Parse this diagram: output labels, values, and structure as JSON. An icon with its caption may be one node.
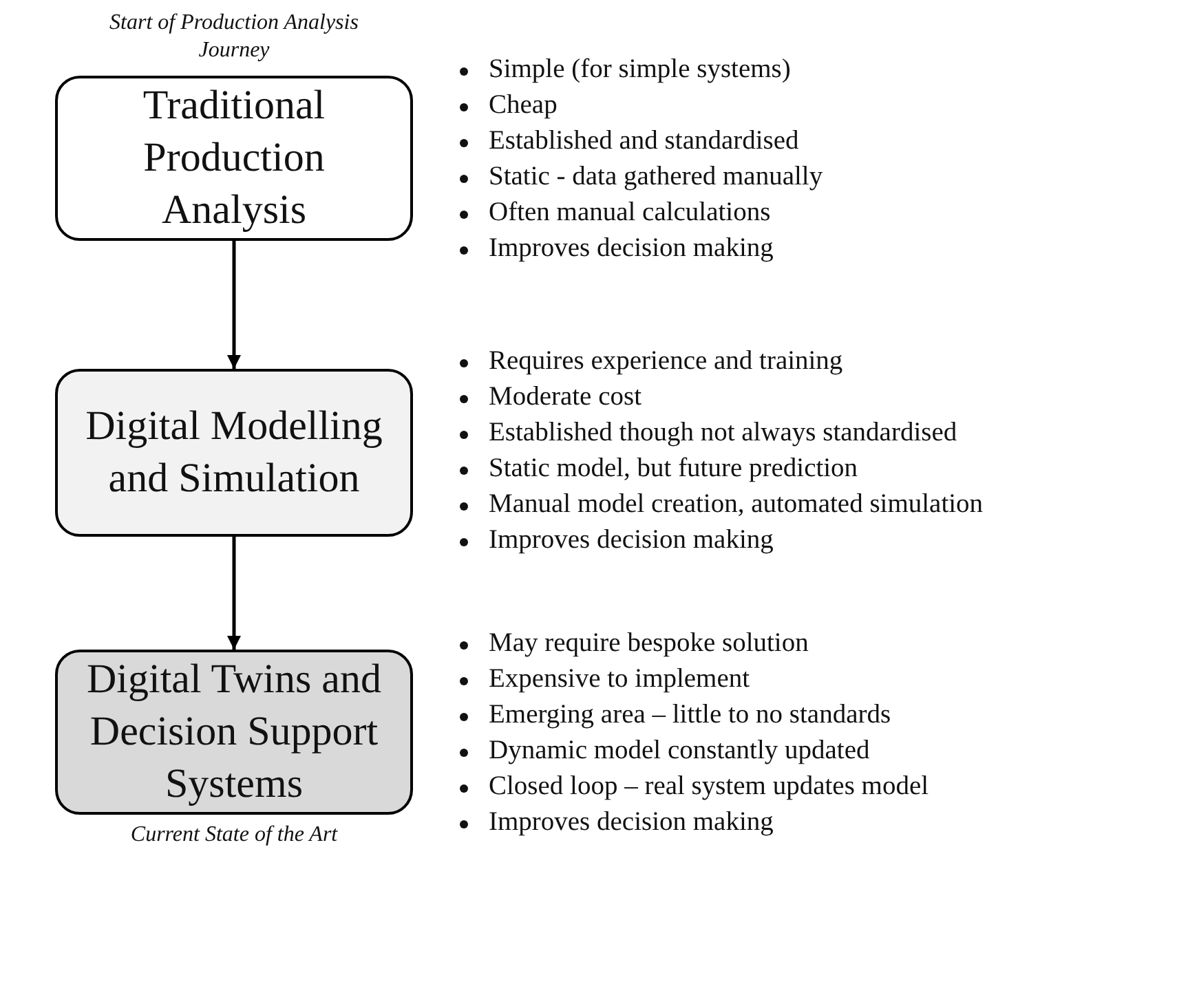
{
  "diagram": {
    "nodes": [
      {
        "text": [
          "Traditional Production Analysis"
        ],
        "beside": [
          "Start of Production Analysis Journey",
          "Simple (for simple systems)",
          "Cheap",
          "Established and standardised",
          "Static - data gathered manually",
          "Often manual calculations",
          "Improves decision making"
        ]
      },
      {
        "text": [
          "Digital Modelling and Simulation"
        ],
        "beside": [
          "Requires experience and training",
          "Moderate cost",
          "Established though not always standardised",
          "Static model, but future prediction",
          "Manual model creation, automated simulation",
          "Improves decision making"
        ]
      },
      {
        "text": [
          "Digital Twins and Decision Support Systems"
        ],
        "beside": [
          "May require bespoke solution",
          "Expensive to implement",
          "Emerging area – little to no standards",
          "Dynamic model constantly updated",
          "Closed loop – real system updates model",
          "Improves decision making",
          "Current State of the Art"
        ]
      }
    ],
    "edges": [
      {
        "from": 0,
        "to": 1,
        "arrow": "to"
      },
      {
        "from": 1,
        "to": 2,
        "arrow": "to"
      }
    ]
  }
}
